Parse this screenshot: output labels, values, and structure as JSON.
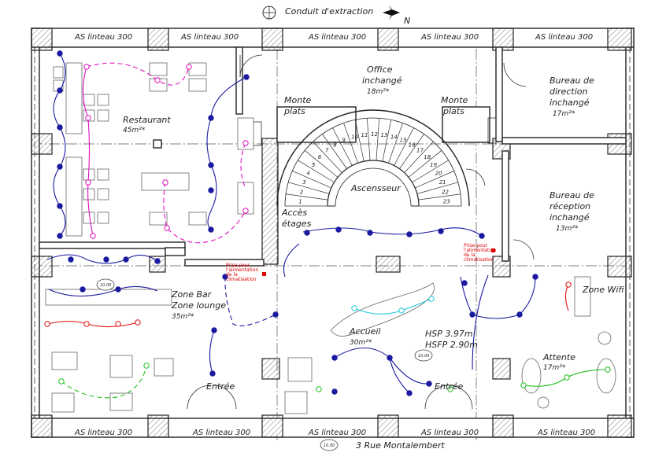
{
  "north_label": "N",
  "top_labels": {
    "extraction": "Conduit d'extraction"
  },
  "lintels": [
    "AS linteau 300",
    "AS linteau 300",
    "AS linteau 300",
    "AS linteau 300",
    "AS linteau 300",
    "AS linteau 300",
    "AS linteau 300",
    "AS linteau 300",
    "AS linteau 300",
    "AS linteau 300"
  ],
  "rooms": {
    "restaurant": {
      "name": "Restaurant",
      "area": "45m²*"
    },
    "office": {
      "name": "Office",
      "status": "inchangé",
      "area": "18m²*"
    },
    "direction": {
      "line1": "Bureau de",
      "line2": "direction",
      "line3": "inchangé",
      "area": "17m²*"
    },
    "reception": {
      "line1": "Bureau de",
      "line2": "réception",
      "line3": "inchangé",
      "area": "13m²*"
    },
    "monte_plats_1": {
      "line1": "Monte",
      "line2": "plats"
    },
    "monte_plats_2": {
      "line1": "Monte",
      "line2": "plats"
    },
    "ascenseur": {
      "name": "Ascensseur"
    },
    "acces": {
      "line1": "Accès",
      "line2": "étages"
    },
    "zone_bar": {
      "line1": "Zone Bar",
      "line2": "Zone lounge",
      "area": "35m²*"
    },
    "zone_wifi": {
      "name": "Zone Wifi"
    },
    "accueil": {
      "name": "Accueil",
      "area": "30m²*"
    },
    "attente": {
      "name": "Attente",
      "area": "17m²*"
    },
    "hsp": {
      "line1": "HSP 3.97m",
      "line2": "HSFP 2.90m"
    },
    "entree_1": {
      "name": "Entrée"
    },
    "entree_2": {
      "name": "Entrée"
    }
  },
  "notes": {
    "prise_left": {
      "line1": "Prise pour",
      "line2": "l'alimentation",
      "line3": "de la",
      "line4": "climatisation"
    },
    "prise_right": {
      "line1": "Prise pour",
      "line2": "l'alimentation",
      "line3": "de la",
      "line4": "climatisation"
    }
  },
  "stairs": [
    "1",
    "2",
    "3",
    "4",
    "5",
    "6",
    "7",
    "8",
    "9",
    "10",
    "11",
    "12",
    "13",
    "14",
    "15",
    "16",
    "17",
    "18",
    "19",
    "20",
    "21",
    "22",
    "23"
  ],
  "address": "3 Rue Montalembert",
  "markers": {
    "bar": "10.00",
    "accueil": "10.00",
    "bottom": "10.00"
  },
  "colors": {
    "blue": "#1a1aa0",
    "magenta": "#e010c0",
    "red": "#e01010",
    "green": "#20c020",
    "cyan": "#20c8d8"
  }
}
